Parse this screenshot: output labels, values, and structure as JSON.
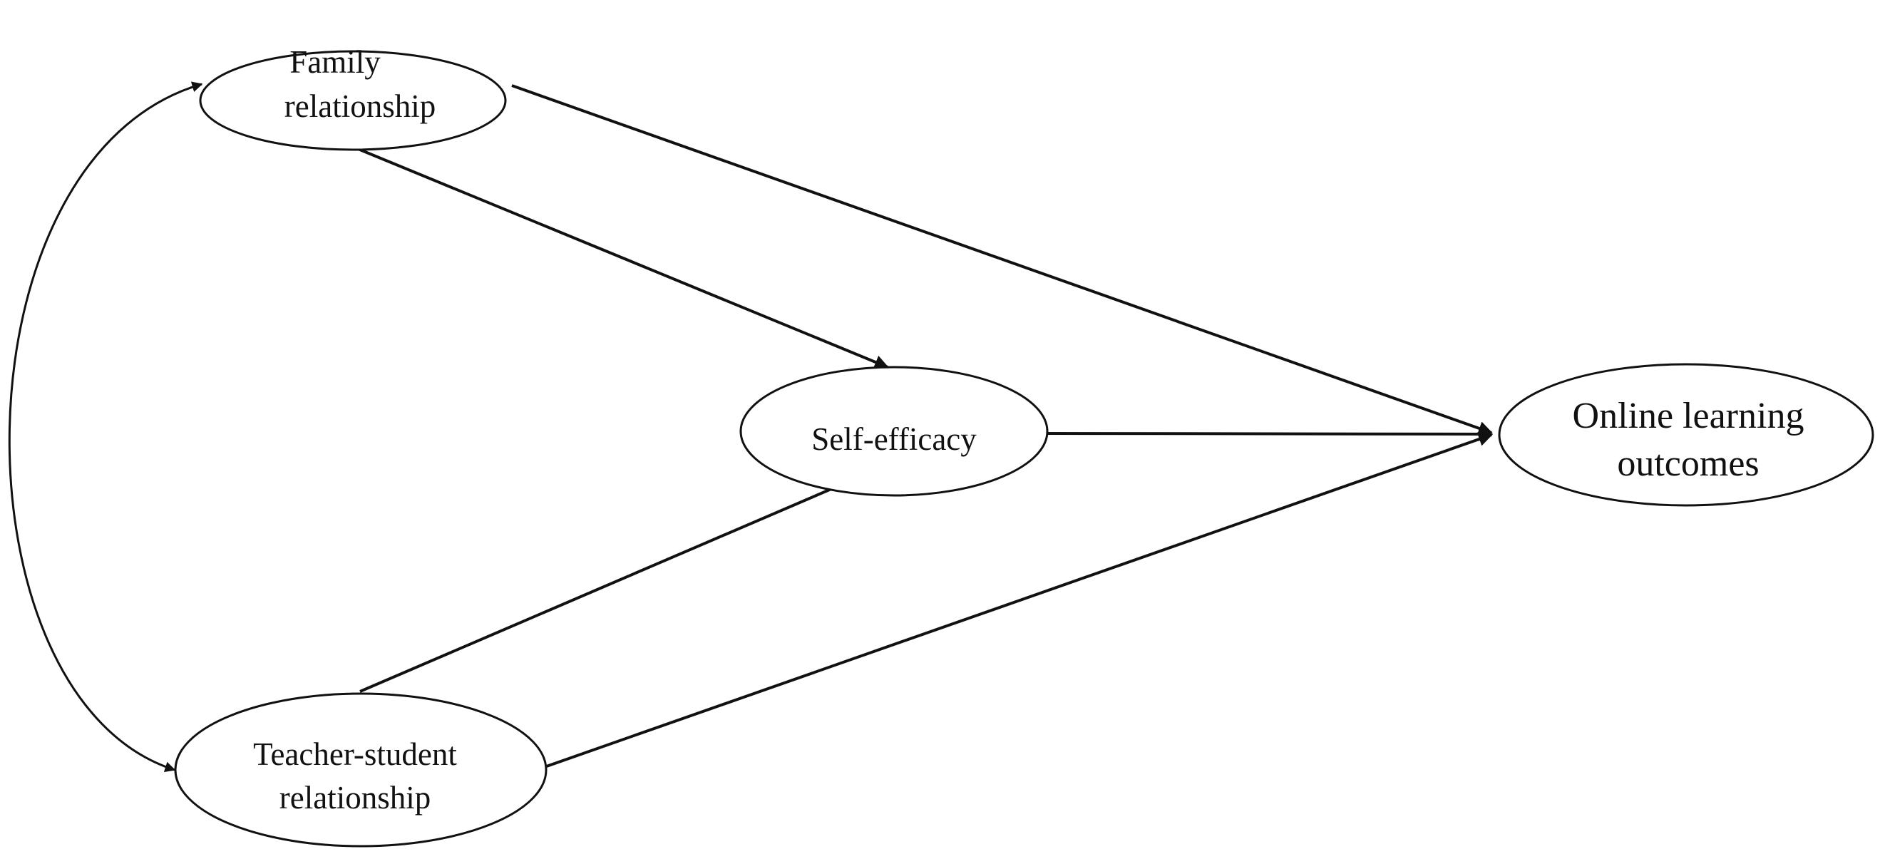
{
  "diagram": {
    "nodes": {
      "family": {
        "line1": "Family",
        "line2": "relationship"
      },
      "teacher": {
        "line1": "Teacher-student",
        "line2": "relationship"
      },
      "self_efficacy": {
        "label": "Self-efficacy"
      },
      "outcomes": {
        "line1": "Online learning",
        "line2": "outcomes"
      }
    },
    "edges": [
      {
        "from": "Family relationship",
        "to": "Self-efficacy"
      },
      {
        "from": "Family relationship",
        "to": "Online learning outcomes"
      },
      {
        "from": "Teacher-student relationship",
        "to": "Self-efficacy"
      },
      {
        "from": "Teacher-student relationship",
        "to": "Online learning outcomes"
      },
      {
        "from": "Self-efficacy",
        "to": "Online learning outcomes"
      },
      {
        "from": "Family relationship",
        "to": "Teacher-student relationship",
        "kind": "covariance"
      }
    ],
    "colors": {
      "stroke": "#111111",
      "background": "#ffffff"
    }
  }
}
